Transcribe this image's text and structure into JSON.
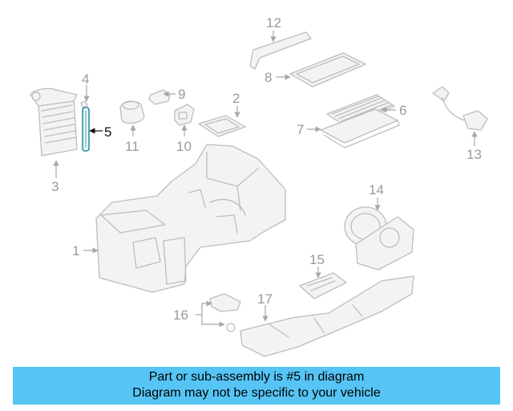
{
  "callouts": {
    "c1": "1",
    "c2": "2",
    "c3": "3",
    "c4": "4",
    "c5": "5",
    "c6": "6",
    "c7": "7",
    "c8": "8",
    "c9": "9",
    "c10": "10",
    "c11": "11",
    "c12": "12",
    "c13": "13",
    "c14": "14",
    "c15": "15",
    "c16": "16",
    "c17": "17"
  },
  "highlight": {
    "part": "5",
    "color": "#2a8fa0"
  },
  "banner": {
    "line1": "Part or sub-assembly is #5 in diagram",
    "line2": "Diagram may not be specific to your vehicle",
    "color": "#56c5f5"
  }
}
